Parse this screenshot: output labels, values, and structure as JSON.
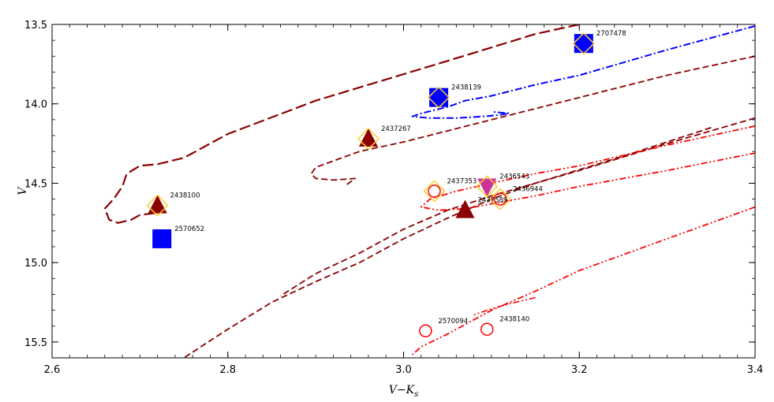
{
  "chart_data": {
    "type": "scatter",
    "title": "",
    "xlabel": "V−K",
    "xlabel_sub": "s",
    "ylabel": "V",
    "xlim": [
      2.6,
      3.4
    ],
    "ylim": [
      15.6,
      13.5
    ],
    "y_inverted": true,
    "x_ticks": [
      "2.6",
      "2.8",
      "3.0",
      "3.2",
      "3.4"
    ],
    "x_tick_values": [
      2.6,
      2.8,
      3.0,
      3.2,
      3.4
    ],
    "y_ticks": [
      "13.5",
      "14.0",
      "14.5",
      "15.0",
      "15.5"
    ],
    "y_tick_values": [
      13.5,
      14.0,
      14.5,
      15.0,
      15.5
    ],
    "colors": {
      "dark_red": "#8b0000",
      "blue": "#0000ff",
      "red": "#ff0000",
      "gold": "#ffcc33",
      "magenta": "#cc3399"
    },
    "stars": [
      {
        "id": "2707478",
        "x": 3.205,
        "y": 13.62,
        "marker": "square",
        "color": "blue",
        "overlay": "diamond"
      },
      {
        "id": "2438139",
        "x": 3.04,
        "y": 13.96,
        "marker": "square",
        "color": "blue",
        "overlay": "diamond"
      },
      {
        "id": "2437267",
        "x": 2.96,
        "y": 14.22,
        "marker": "triangle-up",
        "color": "dark_red",
        "overlay": "diamond"
      },
      {
        "id": "2436543",
        "x": 3.095,
        "y": 14.52,
        "marker": "triangle-down",
        "color": "magenta",
        "overlay": "diamond"
      },
      {
        "id": "2437353",
        "x": 3.035,
        "y": 14.55,
        "marker": "circle-open",
        "color": "red",
        "overlay": "diamond"
      },
      {
        "id": "2436944",
        "x": 3.11,
        "y": 14.6,
        "marker": "circle-open",
        "color": "red",
        "overlay": "diamond"
      },
      {
        "id": "2438100",
        "x": 2.72,
        "y": 14.64,
        "marker": "triangle-up",
        "color": "dark_red",
        "overlay": "diamond"
      },
      {
        "id": "2437589",
        "x": 3.07,
        "y": 14.67,
        "marker": "triangle-up",
        "color": "dark_red",
        "overlay": "none"
      },
      {
        "id": "2570652",
        "x": 2.725,
        "y": 14.85,
        "marker": "square",
        "color": "blue",
        "overlay": "none"
      },
      {
        "id": "2570094",
        "x": 3.025,
        "y": 15.43,
        "marker": "circle-open",
        "color": "red",
        "overlay": "none"
      },
      {
        "id": "2438140",
        "x": 3.095,
        "y": 15.42,
        "marker": "circle-open",
        "color": "red",
        "overlay": "none"
      }
    ],
    "curves": [
      {
        "color": "dark_red",
        "dash": "long-dash",
        "width": 2.2,
        "x": [
          3.2,
          3.15,
          3.05,
          2.9,
          2.8,
          2.75,
          2.72,
          2.7,
          2.685,
          2.68,
          2.67,
          2.665,
          2.66,
          2.665,
          2.675,
          2.69,
          2.7,
          2.73
        ],
        "y": [
          13.5,
          13.56,
          13.73,
          13.98,
          14.19,
          14.34,
          14.38,
          14.39,
          14.44,
          14.52,
          14.6,
          14.63,
          14.66,
          14.73,
          14.75,
          14.73,
          14.7,
          14.68
        ]
      },
      {
        "color": "dark_red",
        "dash": "dash",
        "width": 1.8,
        "x": [
          3.4,
          3.3,
          3.2,
          3.1,
          3.0,
          2.95,
          2.92,
          2.9,
          2.895,
          2.9,
          2.92,
          2.945,
          2.94,
          2.935
        ],
        "y": [
          13.7,
          13.82,
          13.96,
          14.1,
          14.24,
          14.3,
          14.36,
          14.4,
          14.44,
          14.47,
          14.48,
          14.47,
          14.49,
          14.51
        ]
      },
      {
        "color": "dark_red",
        "dash": "dash",
        "width": 1.8,
        "x": [
          3.4,
          3.3,
          3.2,
          3.15,
          3.1,
          3.05,
          3.0,
          2.95,
          2.9,
          2.85,
          2.8,
          2.75
        ],
        "y": [
          14.09,
          14.25,
          14.42,
          14.5,
          14.6,
          14.72,
          14.85,
          15.0,
          15.12,
          15.25,
          15.42,
          15.6
        ]
      },
      {
        "color": "dark_red",
        "dash": "dash",
        "width": 1.8,
        "x": [
          3.35,
          3.25,
          3.15,
          3.1,
          3.05,
          3.0,
          2.95,
          2.9,
          2.86
        ],
        "y": [
          14.15,
          14.33,
          14.5,
          14.58,
          14.67,
          14.79,
          14.94,
          15.07,
          15.21
        ]
      },
      {
        "color": "blue",
        "dash": "dash-dot",
        "width": 2,
        "x": [
          3.4,
          3.3,
          3.2,
          3.15,
          3.1,
          3.07,
          3.05,
          3.02,
          3.01,
          3.03,
          3.06,
          3.09,
          3.11,
          3.12,
          3.1
        ],
        "y": [
          13.51,
          13.66,
          13.82,
          13.88,
          13.95,
          13.98,
          14.02,
          14.06,
          14.08,
          14.09,
          14.09,
          14.08,
          14.07,
          14.06,
          14.05
        ]
      },
      {
        "color": "red",
        "dash": "dash-dot-dot",
        "width": 1.8,
        "x": [
          3.4,
          3.3,
          3.2,
          3.15,
          3.1,
          3.06,
          3.03,
          3.02,
          3.04,
          3.07,
          3.1,
          3.15,
          3.2,
          3.3,
          3.4
        ],
        "y": [
          14.14,
          14.26,
          14.39,
          14.44,
          14.5,
          14.55,
          14.6,
          14.65,
          14.67,
          14.66,
          14.63,
          14.58,
          14.52,
          14.42,
          14.31
        ]
      },
      {
        "color": "red",
        "dash": "dash-dot-dot",
        "width": 1.8,
        "x": [
          3.4,
          3.3,
          3.2,
          3.15,
          3.1,
          3.08,
          3.05,
          3.02,
          3.01
        ],
        "y": [
          14.65,
          14.85,
          15.05,
          15.18,
          15.3,
          15.36,
          15.45,
          15.53,
          15.58
        ]
      },
      {
        "color": "red",
        "dash": "dash-dot-dot",
        "width": 1.6,
        "x": [
          3.15,
          3.12,
          3.1,
          3.09,
          3.08
        ],
        "y": [
          15.22,
          15.26,
          15.29,
          15.31,
          15.33
        ]
      }
    ]
  }
}
